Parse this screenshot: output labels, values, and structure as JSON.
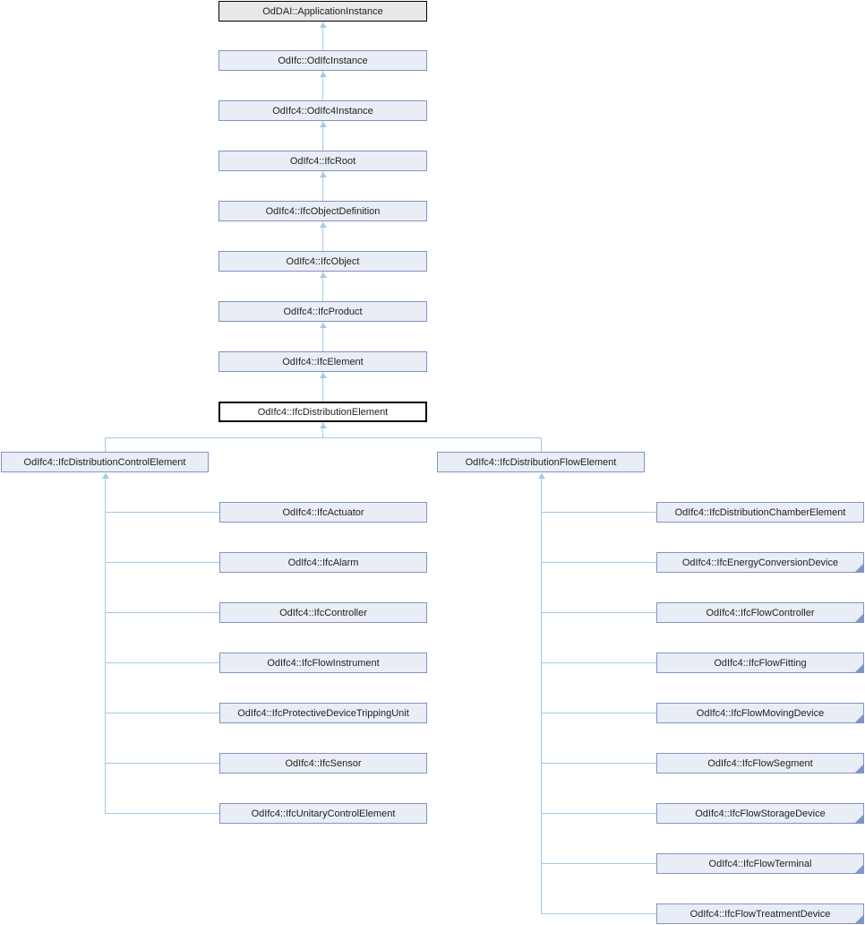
{
  "diagram": {
    "type": "class-inheritance-graph",
    "colors": {
      "line": "#a4cae2",
      "node_border": "#8095c4",
      "node_fill": "#e9edf6",
      "root_fill": "#e8e8e8",
      "root_border": "#000000",
      "current_fill": "#ffffff",
      "current_border": "#000000",
      "text": "#222222"
    },
    "chain": [
      {
        "label": "OdDAI::ApplicationInstance",
        "style": "root"
      },
      {
        "label": "OdIfc::OdIfcInstance",
        "style": "normal"
      },
      {
        "label": "OdIfc4::OdIfc4Instance",
        "style": "normal"
      },
      {
        "label": "OdIfc4::IfcRoot",
        "style": "normal"
      },
      {
        "label": "OdIfc4::IfcObjectDefinition",
        "style": "normal"
      },
      {
        "label": "OdIfc4::IfcObject",
        "style": "normal"
      },
      {
        "label": "OdIfc4::IfcProduct",
        "style": "normal"
      },
      {
        "label": "OdIfc4::IfcElement",
        "style": "normal"
      },
      {
        "label": "OdIfc4::IfcDistributionElement",
        "style": "current"
      }
    ],
    "subtrees": [
      {
        "parent": {
          "label": "OdIfc4::IfcDistributionControlElement",
          "truncated": false
        },
        "children": [
          {
            "label": "OdIfc4::IfcActuator",
            "truncated": false
          },
          {
            "label": "OdIfc4::IfcAlarm",
            "truncated": false
          },
          {
            "label": "OdIfc4::IfcController",
            "truncated": false
          },
          {
            "label": "OdIfc4::IfcFlowInstrument",
            "truncated": false
          },
          {
            "label": "OdIfc4::IfcProtectiveDeviceTrippingUnit",
            "truncated": false
          },
          {
            "label": "OdIfc4::IfcSensor",
            "truncated": false
          },
          {
            "label": "OdIfc4::IfcUnitaryControlElement",
            "truncated": false
          }
        ]
      },
      {
        "parent": {
          "label": "OdIfc4::IfcDistributionFlowElement",
          "truncated": false
        },
        "children": [
          {
            "label": "OdIfc4::IfcDistributionChamberElement",
            "truncated": false
          },
          {
            "label": "OdIfc4::IfcEnergyConversionDevice",
            "truncated": true
          },
          {
            "label": "OdIfc4::IfcFlowController",
            "truncated": true
          },
          {
            "label": "OdIfc4::IfcFlowFitting",
            "truncated": true
          },
          {
            "label": "OdIfc4::IfcFlowMovingDevice",
            "truncated": true
          },
          {
            "label": "OdIfc4::IfcFlowSegment",
            "truncated": true
          },
          {
            "label": "OdIfc4::IfcFlowStorageDevice",
            "truncated": true
          },
          {
            "label": "OdIfc4::IfcFlowTerminal",
            "truncated": true
          },
          {
            "label": "OdIfc4::IfcFlowTreatmentDevice",
            "truncated": true
          }
        ]
      }
    ]
  }
}
